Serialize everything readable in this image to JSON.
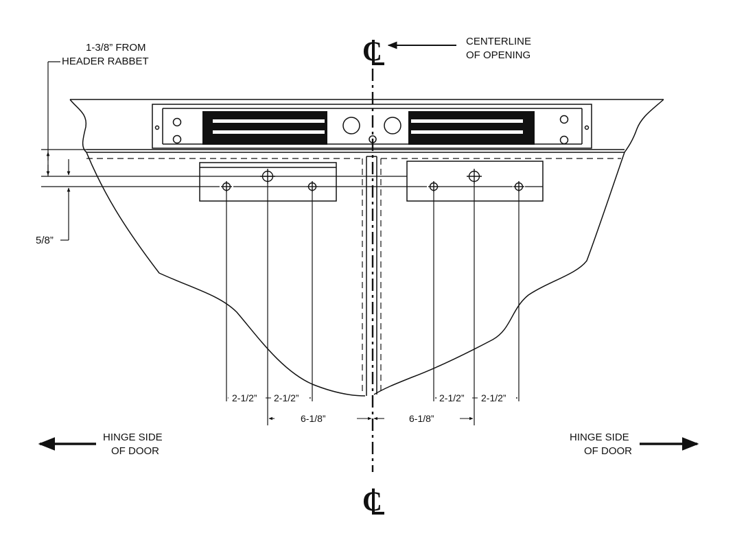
{
  "centerline": {
    "symbol": "CL",
    "label_line1": "CENTERLINE",
    "label_line2": "OF OPENING"
  },
  "header_note": {
    "line1": "1-3/8” FROM",
    "line2": "HEADER RABBET"
  },
  "offset_note": "5/8”",
  "dimensions": {
    "left_inner": "2-1/2”",
    "left_outer": "2-1/2”",
    "right_inner": "2-1/2”",
    "right_outer": "2-1/2”",
    "left_span": "6-1/8”",
    "right_span": "6-1/8”"
  },
  "hinge_left": {
    "line1": "HINGE SIDE",
    "line2": "OF DOOR"
  },
  "hinge_right": {
    "line1": "HINGE SIDE",
    "line2": "OF DOOR"
  },
  "colors": {
    "ink": "#111111",
    "background": "#ffffff"
  }
}
